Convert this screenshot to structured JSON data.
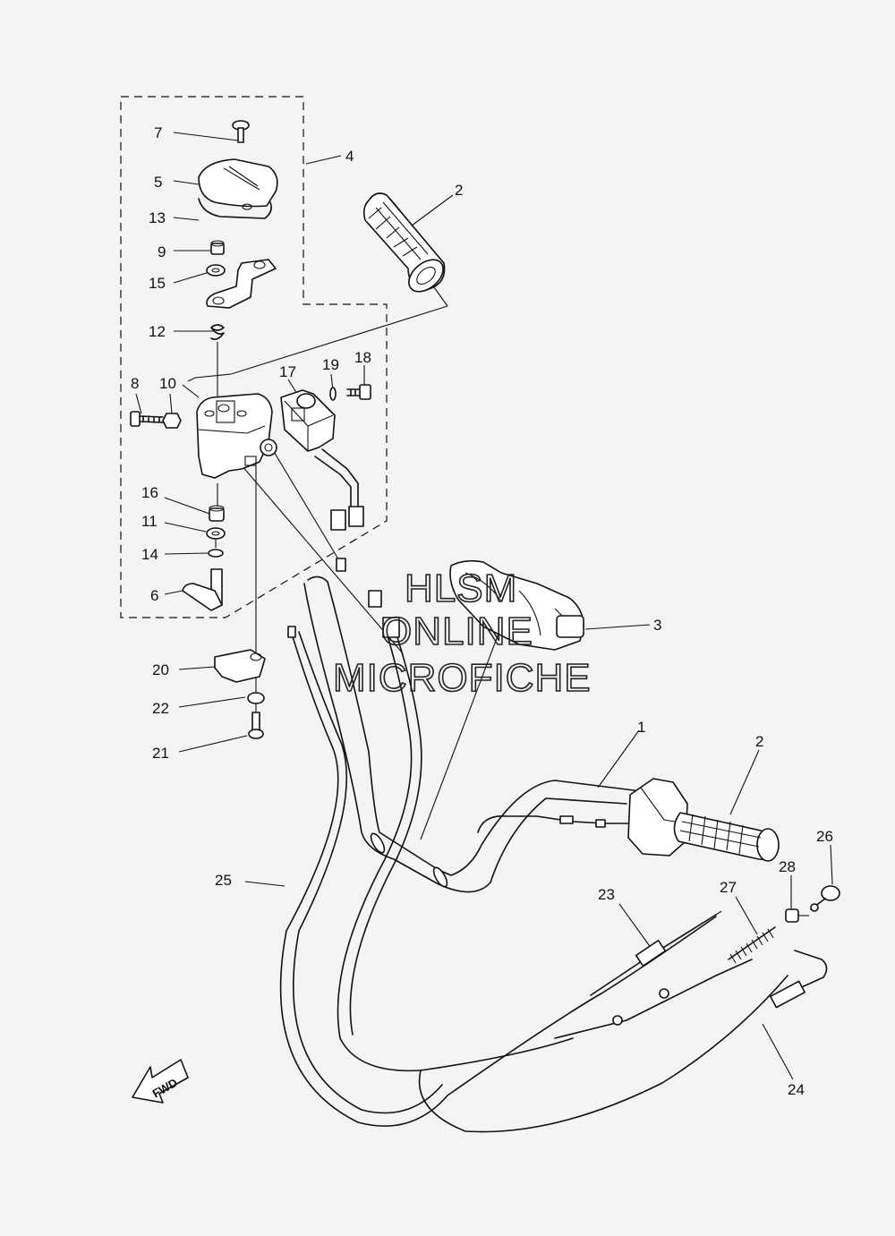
{
  "watermark": {
    "line1": "HLSM",
    "line2": "ONLINE",
    "line3": "MICROFICHE"
  },
  "fwd_label": "FWD",
  "callouts": {
    "c1": "1",
    "c2a": "2",
    "c2b": "2",
    "c3": "3",
    "c4": "4",
    "c5": "5",
    "c6": "6",
    "c7": "7",
    "c8": "8",
    "c9": "9",
    "c10": "10",
    "c11": "11",
    "c12": "12",
    "c13": "13",
    "c14": "14",
    "c15": "15",
    "c16": "16",
    "c17": "17",
    "c18": "18",
    "c19": "19",
    "c20": "20",
    "c21": "21",
    "c22": "22",
    "c23": "23",
    "c24": "24",
    "c25": "25",
    "c26": "26",
    "c27": "27",
    "c28": "28"
  }
}
